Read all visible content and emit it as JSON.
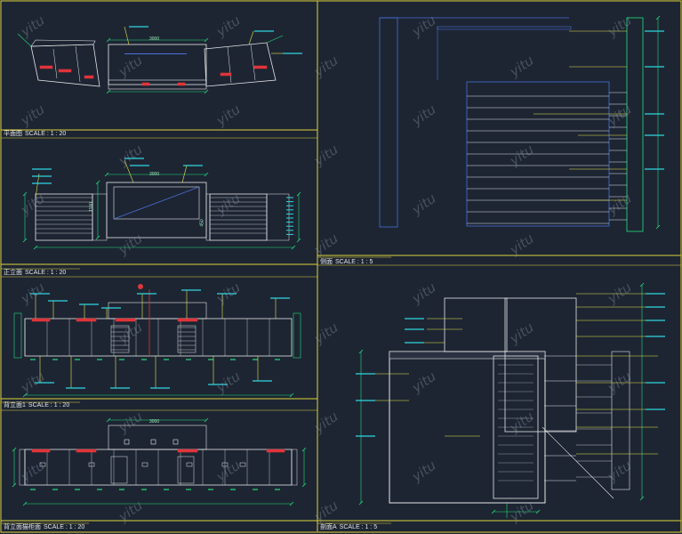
{
  "colors": {
    "background": "#1d2533",
    "frame": "#e0d23a",
    "outline": "#e6e6e6",
    "dimension": "#23e07a",
    "leader": "#e8e84a",
    "accent": "#e0353a",
    "cyan": "#2fd8e0",
    "blue": "#4a6fd8"
  },
  "panels": [
    {
      "id": "plan",
      "title": "平面图",
      "scale": "SCALE : 1 : 20"
    },
    {
      "id": "front",
      "title": "正立面",
      "scale": "SCALE : 1 : 20"
    },
    {
      "id": "back1",
      "title": "背立面1",
      "scale": "SCALE : 1 : 20"
    },
    {
      "id": "back2",
      "title": "背立面猫柜面",
      "scale": "SCALE : 1 : 20"
    },
    {
      "id": "side",
      "title": "侧面",
      "scale": "SCALE : 1 : 5"
    },
    {
      "id": "sectionA",
      "title": "剖面A",
      "scale": "SCALE : 1 : 5"
    }
  ],
  "dimensions": {
    "plan_top": "3000",
    "front_width": "3000",
    "front_height": "1100",
    "back2_top": "3000",
    "side_height": "450"
  },
  "watermark": "yitu"
}
